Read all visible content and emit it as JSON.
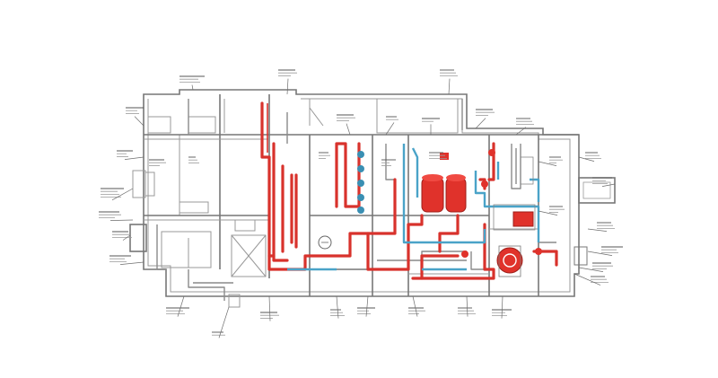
{
  "diagram": {
    "type": "mechanical-piping-floor-plan",
    "colors": {
      "background": "#ffffff",
      "walls": "#777777",
      "hot_pipe": "#d8322c",
      "cold_pipe": "#4aa3c8",
      "duct": "#8a8a8a",
      "equipment_red": "#e0322b"
    },
    "legend_shown": false,
    "equipment": [
      {
        "kind": "tank",
        "count": 2,
        "color": "#e0322b"
      },
      {
        "kind": "pump",
        "count": 1,
        "color": "#e0322b"
      },
      {
        "kind": "heat-exchanger",
        "count": 1,
        "color": "#e0322b"
      },
      {
        "kind": "valve-column",
        "count": 5,
        "color": "#3a8fb3"
      }
    ],
    "callouts_are_illegible": true
  }
}
